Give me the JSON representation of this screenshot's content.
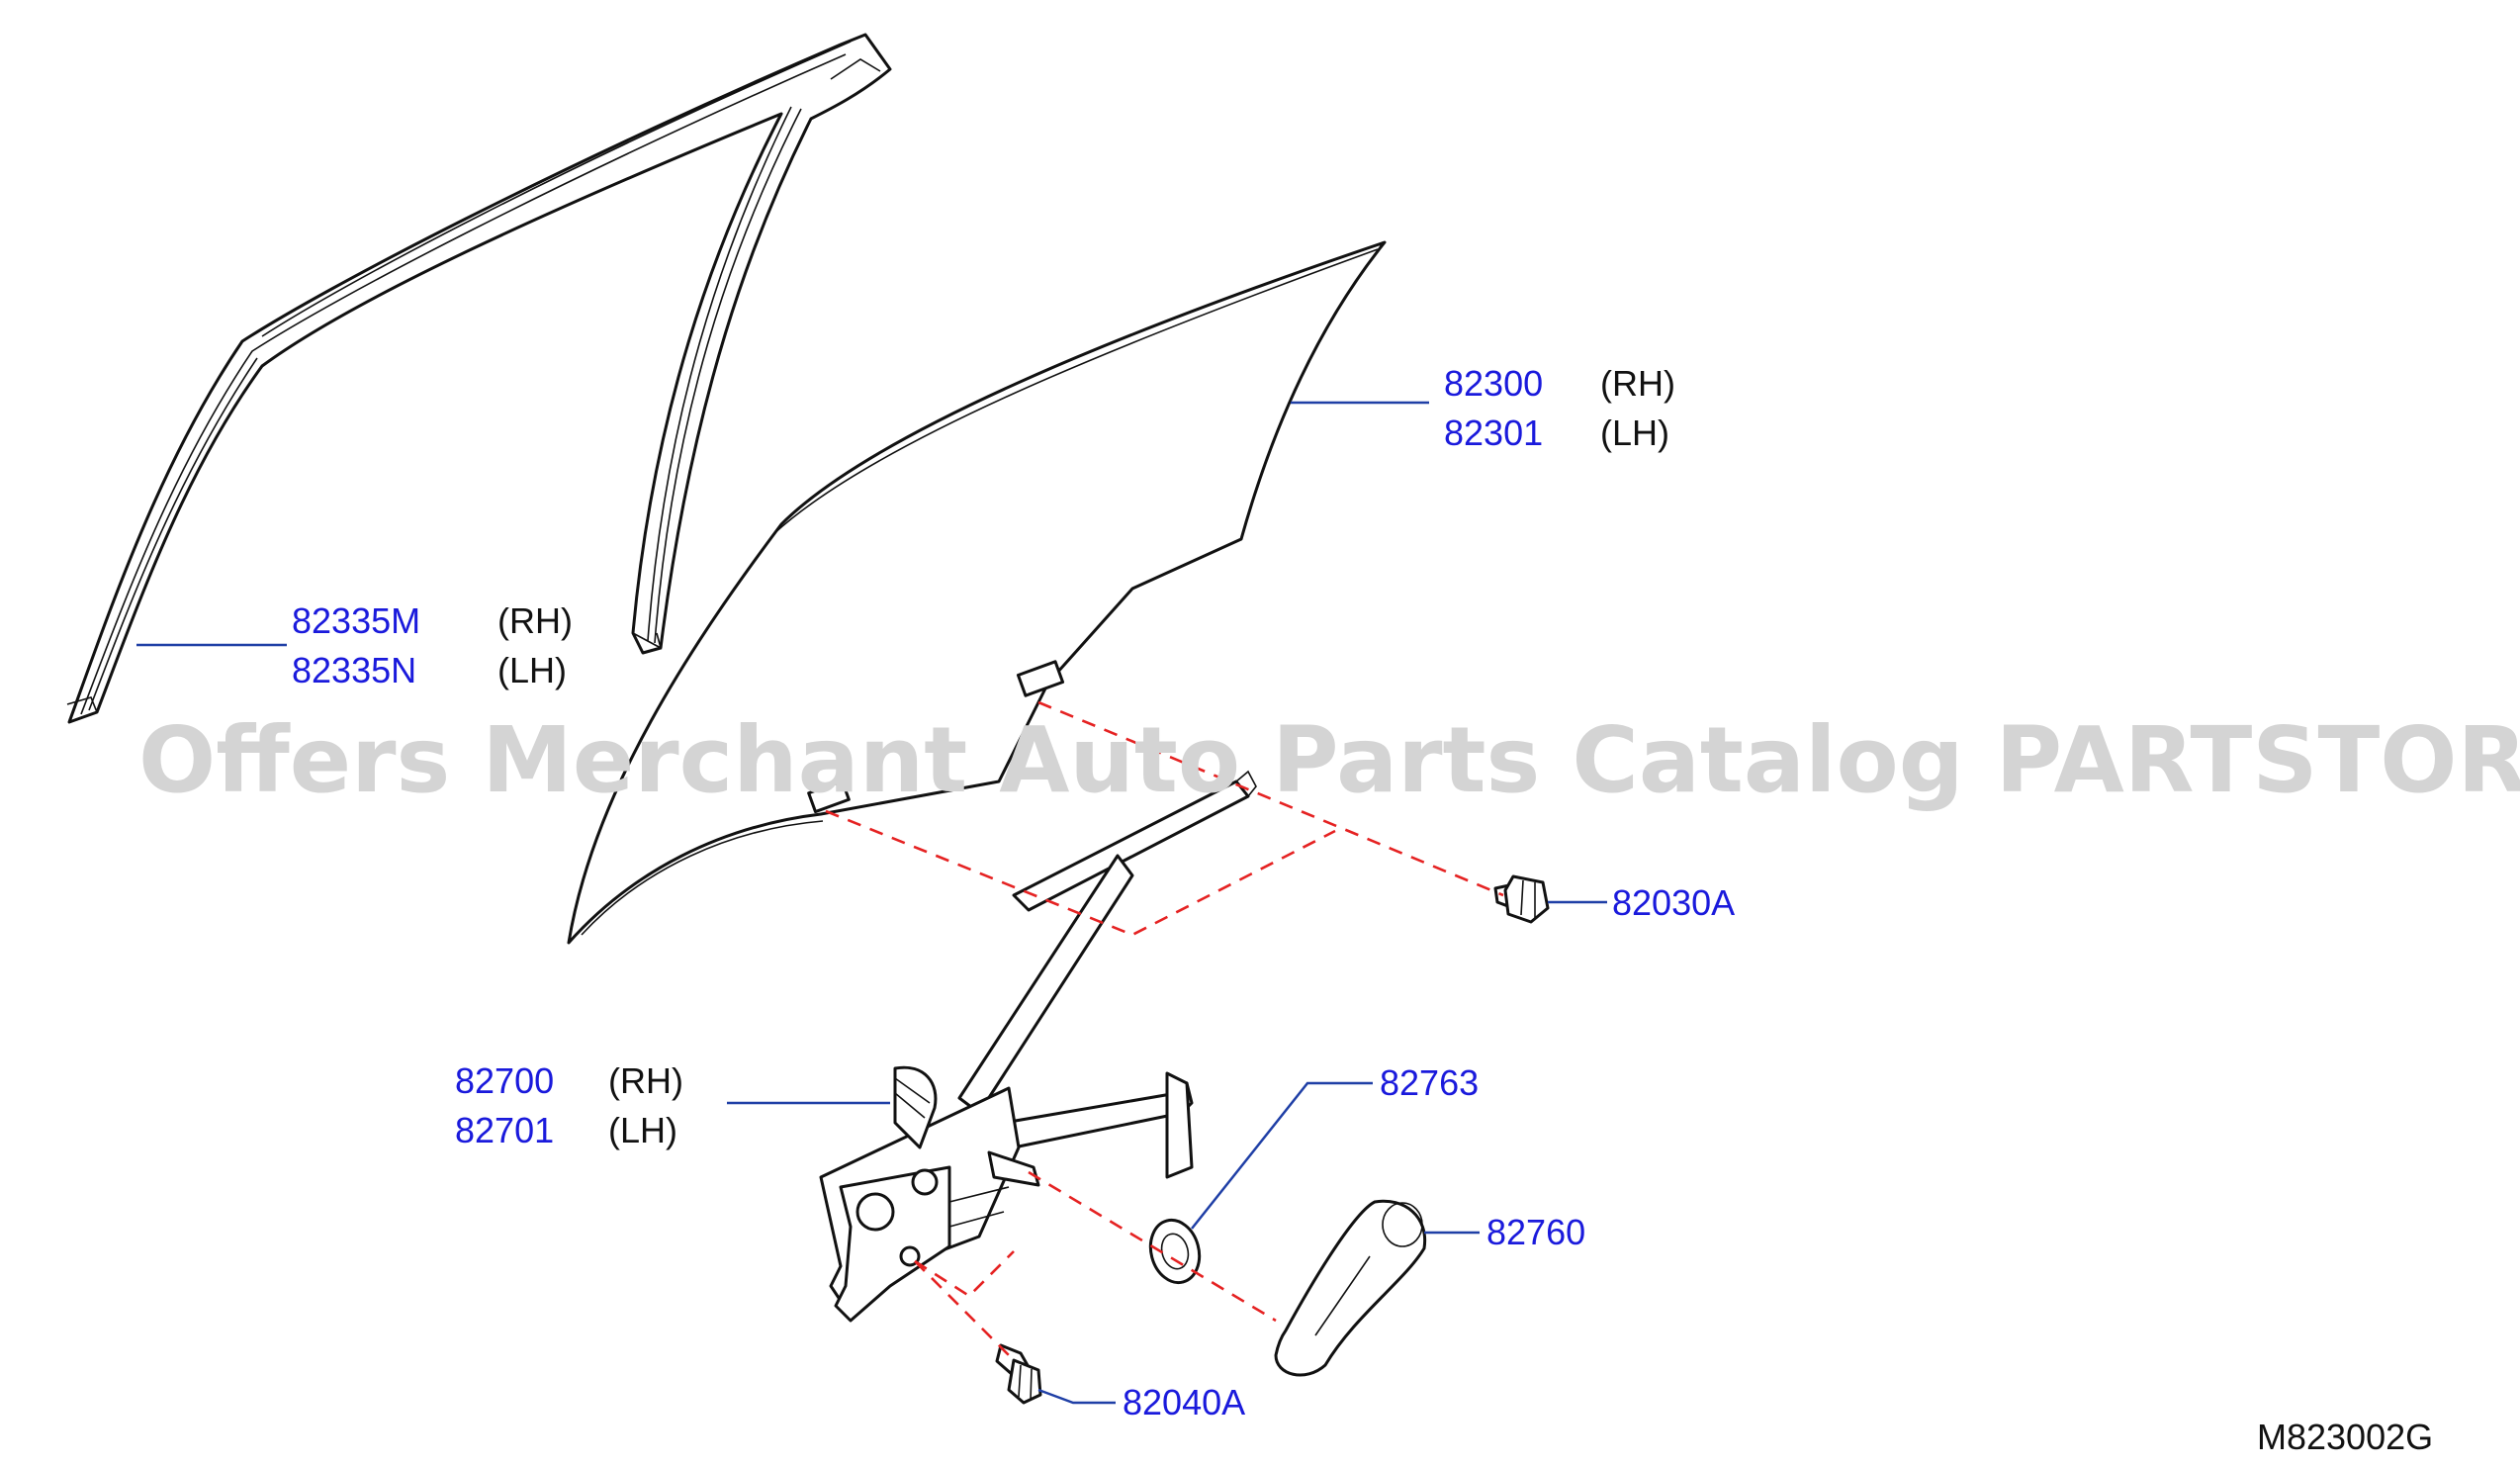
{
  "watermark": "Offers Merchant Auto Parts Catalog PARTSTORE.SA",
  "diagram_code": "M823002G",
  "callouts": [
    {
      "id": "glass",
      "numbers": [
        "82300",
        "82301"
      ],
      "sides": [
        "(RH)",
        "(LH)"
      ]
    },
    {
      "id": "sash",
      "numbers": [
        "82335M",
        "82335N"
      ],
      "sides": [
        "(RH)",
        "(LH)"
      ]
    },
    {
      "id": "bolt-upper",
      "numbers": [
        "82030A"
      ],
      "sides": []
    },
    {
      "id": "regulator",
      "numbers": [
        "82700",
        "82701"
      ],
      "sides": [
        "(RH)",
        "(LH)"
      ]
    },
    {
      "id": "escutcheon",
      "numbers": [
        "82763"
      ],
      "sides": []
    },
    {
      "id": "handle",
      "numbers": [
        "82760"
      ],
      "sides": []
    },
    {
      "id": "bolt-lower",
      "numbers": [
        "82040A"
      ],
      "sides": []
    }
  ],
  "colors": {
    "part_number": "#1a1adc",
    "leader_line": "#1f3fa6",
    "dashed_line": "#e52222",
    "outline": "#111111",
    "watermark": "#d4d4d4"
  }
}
